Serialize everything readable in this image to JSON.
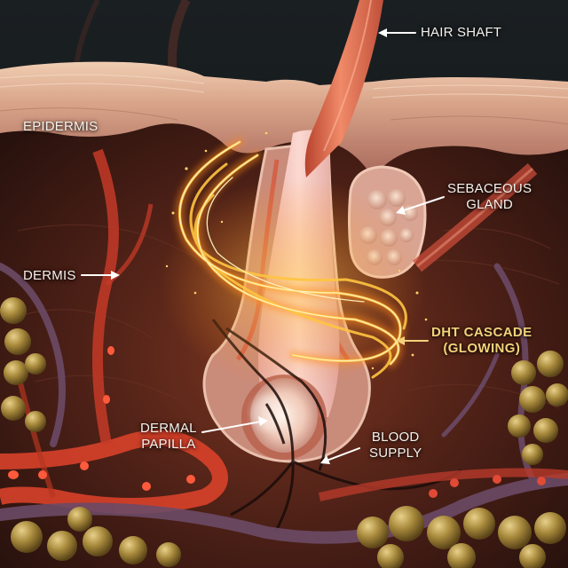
{
  "diagram": {
    "subject": "Hair follicle cross-section",
    "labels": {
      "hair_shaft": {
        "text": "HAIR SHAFT"
      },
      "epidermis": {
        "text": "EPIDERMIS"
      },
      "sebaceous_gland": {
        "line1": "SEBACEOUS",
        "line2": "GLAND"
      },
      "dermis": {
        "text": "DERMIS"
      },
      "dht_cascade": {
        "line1": "DHT CASCADE",
        "line2": "(GLOWING)"
      },
      "dermal_papilla": {
        "line1": "DERMAL",
        "line2": "PAPILLA"
      },
      "blood_supply": {
        "line1": "BLOOD",
        "line2": "SUPPLY"
      }
    },
    "colors": {
      "background_sky": "#13171a",
      "epidermis": "#d9a58a",
      "dermis": "#4a1f16",
      "hair_shaft": "#e0674a",
      "follicle": "#e8b7a6",
      "glow": "#ffb531",
      "label_text": "#f4f1ec",
      "dht_label": "#f2d27a",
      "artery": "#d8412a",
      "vein": "#6b4a66",
      "fat": "#a88a3c"
    }
  }
}
